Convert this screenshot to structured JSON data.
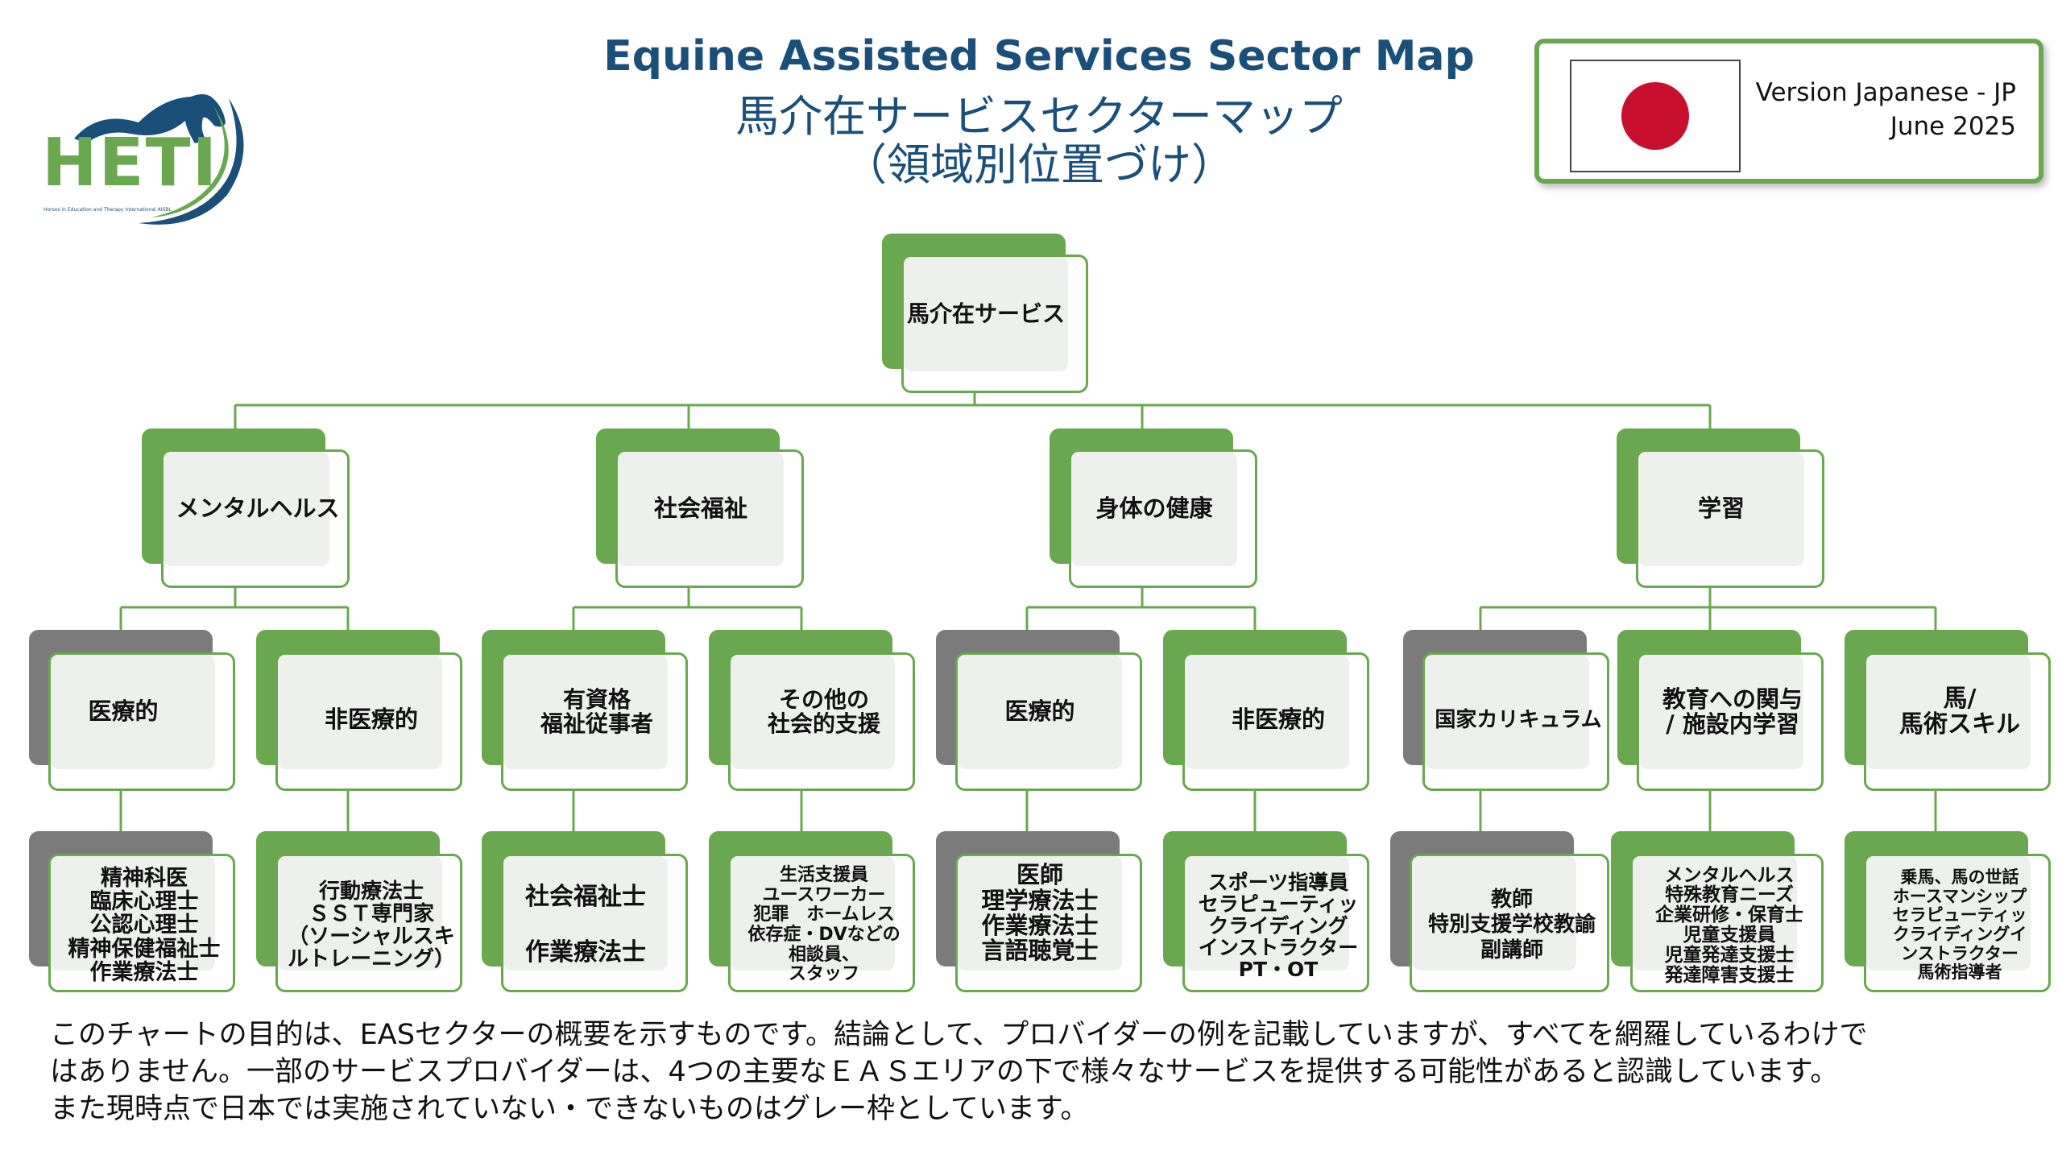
{
  "header": {
    "title_en": "Equine Assisted Services Sector Map",
    "title_jp_line1": "馬介在サービスセクターマップ",
    "title_jp_line2": "（領域別位置づけ）"
  },
  "logo": {
    "text": "HETI",
    "tagline": "Horses in Education and Therapy International AISBL"
  },
  "version": {
    "line1": "Version Japanese - JP",
    "line2": "June 2025"
  },
  "colors": {
    "accent": "#6aa84f",
    "unavailable": "#7b7b7b",
    "title": "#1a4f7a",
    "flag_red": "#c8102e"
  },
  "diagram": {
    "root": {
      "label": "馬介在サービス"
    },
    "domains": [
      {
        "label": "メンタルヘルス",
        "subs": [
          {
            "label": "医療的",
            "available": false,
            "leaf": {
              "label": "精神科医\n臨床心理士\n公認心理士\n精神保健福祉士\n作業療法士",
              "available": false
            }
          },
          {
            "label": "非医療的",
            "available": true,
            "leaf": {
              "label": "行動療法士\nＳＳＴ専門家\n（ソーシャルスキ\nルトレーニング）",
              "available": true
            }
          }
        ]
      },
      {
        "label": "社会福祉",
        "subs": [
          {
            "label": "有資格\n福祉従事者",
            "available": true,
            "leaf": {
              "label": "社会福祉士\n\n作業療法士",
              "available": true
            }
          },
          {
            "label": "その他の\n社会的支援",
            "available": true,
            "leaf": {
              "label": "生活支援員\nユースワーカー\n犯罪　ホームレス\n依存症・DVなどの\n相談員、\nスタッフ",
              "available": true
            }
          }
        ]
      },
      {
        "label": "身体の健康",
        "subs": [
          {
            "label": "医療的",
            "available": false,
            "leaf": {
              "label": "医師\n理学療法士\n作業療法士\n言語聴覚士",
              "available": false
            }
          },
          {
            "label": "非医療的",
            "available": true,
            "leaf": {
              "label": "スポーツ指導員\nセラピューティッ\nクライディング\nインストラクター\nPT・OT",
              "available": true
            }
          }
        ]
      },
      {
        "label": "学習",
        "subs": [
          {
            "label": "国家カリキュラム",
            "available": false,
            "leaf": {
              "label": "教師\n特別支援学校教諭\n副講師",
              "available": false
            }
          },
          {
            "label": "教育への関与\n/ 施設内学習",
            "available": true,
            "leaf": {
              "label": "メンタルヘルス\n特殊教育ニーズ\n企業研修・保育士\n児童支援員\n児童発達支援士\n発達障害支援士",
              "available": true
            }
          },
          {
            "label": "馬/\n馬術スキル",
            "available": true,
            "leaf": {
              "label": "乗馬、馬の世話\nホースマンシップ\nセラピューティッ\nクライディングイ\nンストラクター\n馬術指導者",
              "available": true
            }
          }
        ]
      }
    ]
  },
  "footer": {
    "line1": "このチャートの目的は、EASセクターの概要を示すものです。結論として、プロバイダーの例を記載していますが、すべてを網羅しているわけで",
    "line2": "はありません。一部のサービスプロバイダーは、4つの主要なＥＡＳエリアの下で様々なサービスを提供する可能性があると認識しています。",
    "line3": "また現時点で日本では実施されていない・できないものはグレー枠としています。"
  }
}
